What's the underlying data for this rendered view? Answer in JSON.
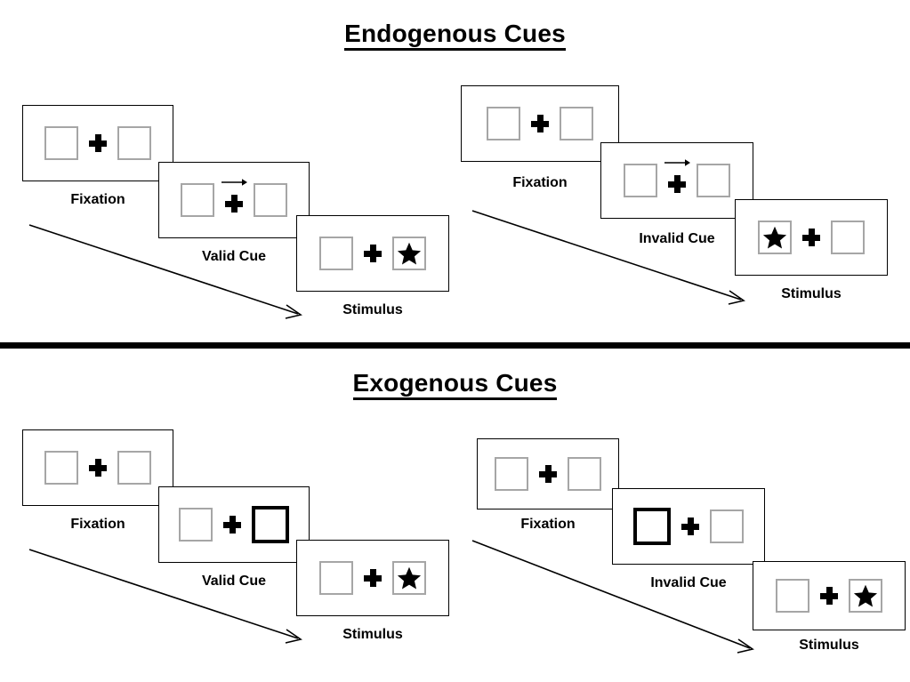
{
  "sections": [
    {
      "id": "endogenous",
      "title": "Endogenous Cues",
      "cue_type": "arrow",
      "groups": [
        {
          "id": "endogenous-valid",
          "condition": "valid",
          "panels": [
            {
              "label": "Fixation",
              "cue": "none",
              "cue_side": "",
              "stimulus_side": ""
            },
            {
              "label": "Valid Cue",
              "cue": "arrow",
              "cue_side": "right",
              "stimulus_side": ""
            },
            {
              "label": "Stimulus",
              "cue": "none",
              "cue_side": "",
              "stimulus_side": "right"
            }
          ]
        },
        {
          "id": "endogenous-invalid",
          "condition": "invalid",
          "panels": [
            {
              "label": "Fixation",
              "cue": "none",
              "cue_side": "",
              "stimulus_side": ""
            },
            {
              "label": "Invalid Cue",
              "cue": "arrow",
              "cue_side": "right",
              "stimulus_side": ""
            },
            {
              "label": "Stimulus",
              "cue": "none",
              "cue_side": "",
              "stimulus_side": "left"
            }
          ]
        }
      ]
    },
    {
      "id": "exogenous",
      "title": "Exogenous Cues",
      "cue_type": "box-highlight",
      "groups": [
        {
          "id": "exogenous-valid",
          "condition": "valid",
          "panels": [
            {
              "label": "Fixation",
              "cue": "none",
              "cue_side": "",
              "stimulus_side": ""
            },
            {
              "label": "Valid Cue",
              "cue": "highlight",
              "cue_side": "right",
              "stimulus_side": ""
            },
            {
              "label": "Stimulus",
              "cue": "none",
              "cue_side": "",
              "stimulus_side": "right"
            }
          ]
        },
        {
          "id": "exogenous-invalid",
          "condition": "invalid",
          "panels": [
            {
              "label": "Fixation",
              "cue": "none",
              "cue_side": "",
              "stimulus_side": ""
            },
            {
              "label": "Invalid Cue",
              "cue": "highlight",
              "cue_side": "left",
              "stimulus_side": ""
            },
            {
              "label": "Stimulus",
              "cue": "none",
              "cue_side": "",
              "stimulus_side": "right"
            }
          ]
        }
      ]
    }
  ],
  "icons": {
    "fixation_cross": "plus-icon",
    "target": "star-icon",
    "cue_arrow": "arrow-right-icon",
    "timeline": "timeline-arrow-icon"
  },
  "colors": {
    "background": "#ffffff",
    "stroke": "#000000",
    "box_border": "#a6a6a6",
    "cued_box_border": "#000000",
    "divider": "#000000"
  }
}
